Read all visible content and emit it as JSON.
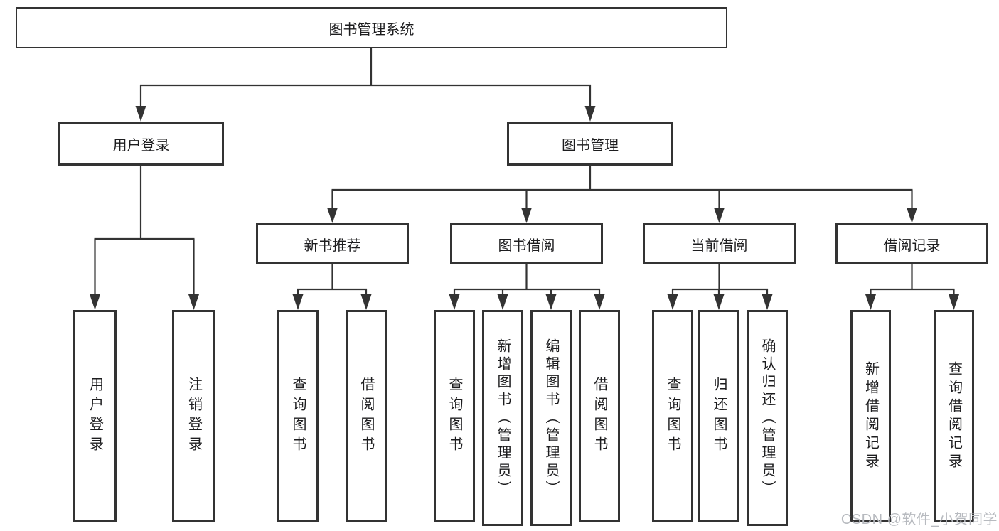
{
  "diagram": {
    "title": "图书管理系统",
    "root": {
      "label": "图书管理系统"
    },
    "level2": [
      {
        "label": "用户登录"
      },
      {
        "label": "图书管理"
      }
    ],
    "level3": [
      {
        "label": "新书推荐",
        "parent": "图书管理"
      },
      {
        "label": "图书借阅",
        "parent": "图书管理"
      },
      {
        "label": "当前借阅",
        "parent": "图书管理"
      },
      {
        "label": "借阅记录",
        "parent": "图书管理"
      }
    ],
    "leaves": [
      {
        "label": "用户登录",
        "parent": "用户登录"
      },
      {
        "label": "注销登录",
        "parent": "用户登录"
      },
      {
        "label": "查询图书",
        "parent": "新书推荐"
      },
      {
        "label": "借阅图书",
        "parent": "新书推荐"
      },
      {
        "label": "查询图书",
        "parent": "图书借阅"
      },
      {
        "label": "新增图书（管理员）",
        "parent": "图书借阅"
      },
      {
        "label": "编辑图书（管理员）",
        "parent": "图书借阅"
      },
      {
        "label": "借阅图书",
        "parent": "图书借阅"
      },
      {
        "label": "查询图书",
        "parent": "当前借阅"
      },
      {
        "label": "归还图书",
        "parent": "当前借阅"
      },
      {
        "label": "确认归还（管理员）",
        "parent": "当前借阅"
      },
      {
        "label": "新增借阅记录",
        "parent": "借阅记录"
      },
      {
        "label": "查询借阅记录",
        "parent": "借阅记录"
      }
    ]
  },
  "watermark": {
    "text": "CSDN @软件_小贺同学",
    "color": "#b7babf"
  },
  "colors": {
    "background": "#ffffff",
    "line": "#333333",
    "box_border": "#333333",
    "box_fill": "#ffffff",
    "text": "#1d1d1f",
    "watermark": "#b7babf"
  }
}
